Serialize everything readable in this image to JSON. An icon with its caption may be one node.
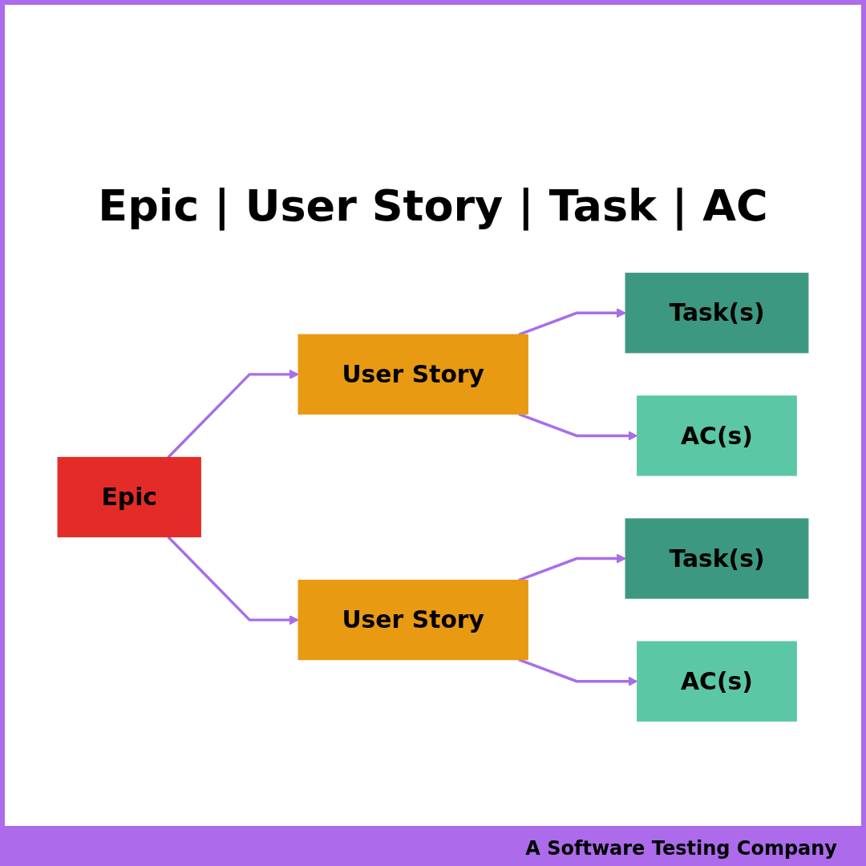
{
  "diagram": {
    "title": "Epic | User Story | Task | AC",
    "nodes": [
      {
        "text": [
          "Epic"
        ]
      },
      {
        "text": [
          "User Story"
        ]
      },
      {
        "text": [
          "Task(s)"
        ]
      },
      {
        "text": [
          "AC(s)"
        ]
      },
      {
        "text": [
          "User Story"
        ]
      },
      {
        "text": [
          "Task(s)"
        ]
      },
      {
        "text": [
          "AC(s)"
        ]
      }
    ],
    "edges": [
      {
        "from": 0,
        "to": 1,
        "arrow": "to"
      },
      {
        "from": 0,
        "to": 4,
        "arrow": "to"
      },
      {
        "from": 1,
        "to": 2,
        "arrow": "to"
      },
      {
        "from": 1,
        "to": 3,
        "arrow": "to"
      },
      {
        "from": 4,
        "to": 5,
        "arrow": "to"
      },
      {
        "from": 4,
        "to": 6,
        "arrow": "to"
      }
    ],
    "labels": [
      "A Software Testing Company"
    ]
  }
}
